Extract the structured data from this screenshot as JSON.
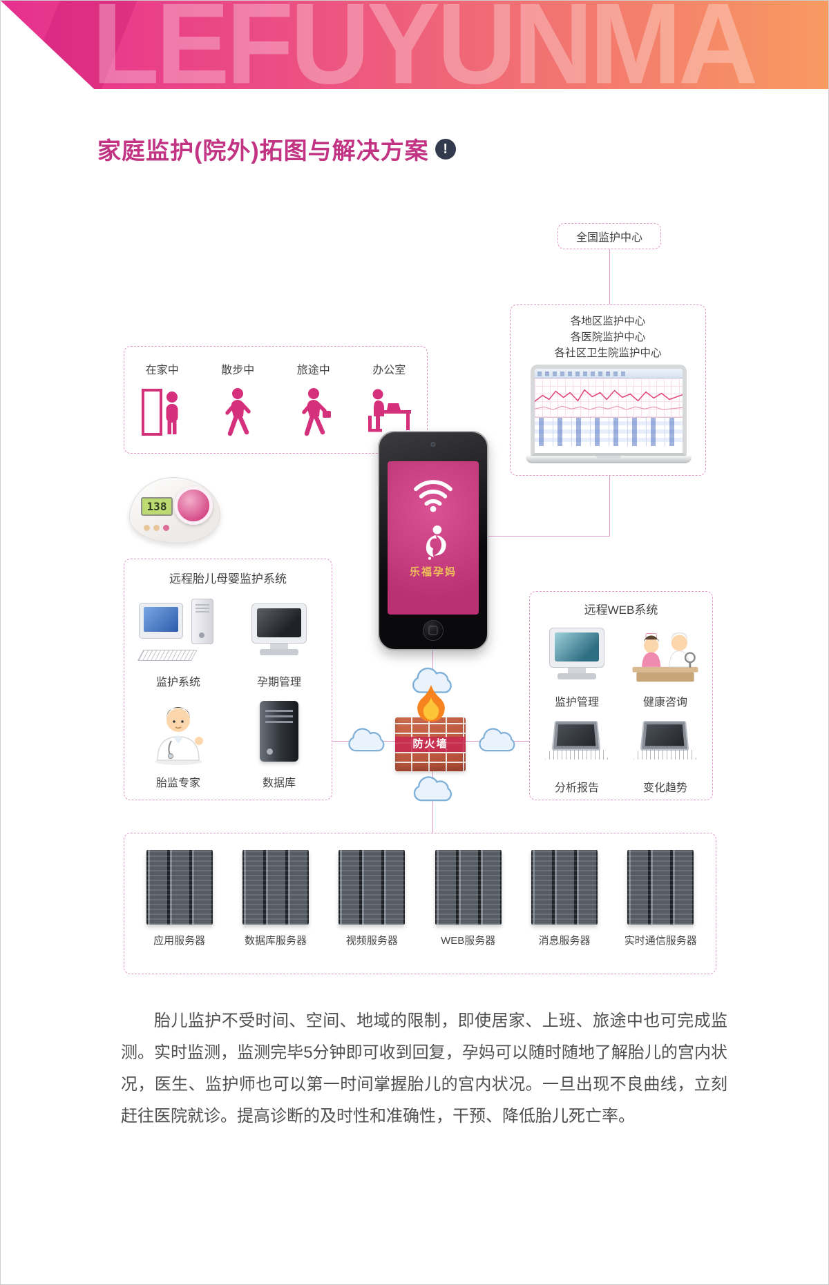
{
  "colors": {
    "accent_pink": "#d5307c",
    "title_pink": "#c23383",
    "banner_gradient_start": "#e6308e",
    "banner_gradient_end": "#f89a62",
    "dashed_border": "#de96c3",
    "lcd_green": "#bcda72",
    "logo_gold": "#eec05a",
    "firewall_brick": "#b04a35"
  },
  "banner": {
    "brand": "LEFUYUNMA"
  },
  "page": {
    "title": "家庭监护(院外)拓图与解决方案",
    "badge": "!"
  },
  "diagram": {
    "national_center": "全国监护中心",
    "regional_lines": [
      "各地区监护中心",
      "各医院监护中心",
      "各社区卫生院监护中心"
    ],
    "activities": [
      "在家中",
      "散步中",
      "旅途中",
      "办公室"
    ],
    "device_reading": "138",
    "phone_logo": "乐福孕妈",
    "remote_system": {
      "title": "远程胎儿母婴监护系统",
      "items": [
        "监护系统",
        "孕期管理",
        "胎监专家",
        "数据库"
      ]
    },
    "web_system": {
      "title": "远程WEB系统",
      "items": [
        "监护管理",
        "健康咨询",
        "分析报告",
        "变化趋势"
      ]
    },
    "firewall": "防火墙",
    "servers": [
      "应用服务器",
      "数据库服务器",
      "视频服务器",
      "WEB服务器",
      "消息服务器",
      "实时通信服务器"
    ]
  },
  "description": {
    "text": "胎儿监护不受时间、空间、地域的限制，即使居家、上班、旅途中也可完成监测。实时监测，监测完毕5分钟即可收到回复，孕妈可以随时随地了解胎儿的宫内状况，医生、监护师也可以第一时间掌握胎儿的宫内状况。一旦出现不良曲线，立刻赶往医院就诊。提高诊断的及时性和准确性，干预、降低胎儿死亡率。"
  }
}
